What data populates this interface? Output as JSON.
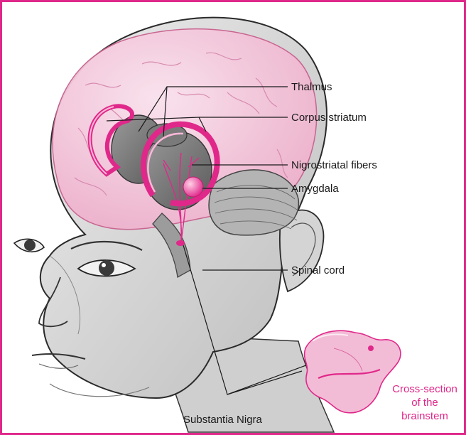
{
  "labels": {
    "thalmus": "Thalmus",
    "corpus_striatum": "Corpus striatum",
    "nigrostriatal_fibers": "Nigrostriatal fibers",
    "amygdala": "Amygdala",
    "spinal_cord": "Spinal cord",
    "substantia_nigra": "Substantia Nigra",
    "cross_section_line1": "Cross-section",
    "cross_section_line2": "of the",
    "cross_section_line3": "brainstem"
  },
  "colors": {
    "border": "#e0288a",
    "accent": "#e0288a",
    "brain": "#f5c9dc",
    "skin": "#dcdcdc"
  }
}
